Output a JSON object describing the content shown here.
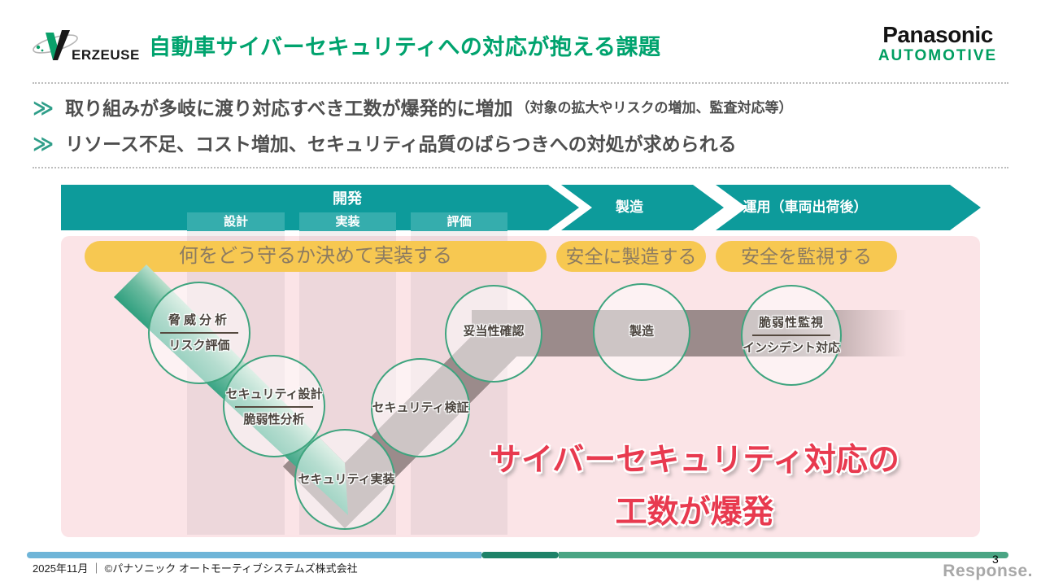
{
  "header": {
    "logo_text": "ERZEUSE",
    "title": "自動車サイバーセキュリティへの対応が抱える課題",
    "brand": {
      "name": "Panasonic",
      "division": "AUTOMOTIVE"
    }
  },
  "bullets": [
    {
      "marker": "≫",
      "text": "取り組みが多岐に渡り対応すべき工数が爆発的に増加",
      "note": "（対象の拡大やリスクの増加、監査対応等）"
    },
    {
      "marker": "≫",
      "text": "リソース不足、コスト増加、セキュリティ品質のばらつきへの対処が求められる",
      "note": ""
    }
  ],
  "process": {
    "phases": [
      {
        "label": "開発",
        "sub": [
          "設計",
          "実装",
          "評価"
        ]
      },
      {
        "label": "製造"
      },
      {
        "label": "運用（車両出荷後）"
      }
    ],
    "goals": [
      "何をどう守るか決めて実装する",
      "安全に製造する",
      "安全を監視する"
    ],
    "activities": [
      {
        "top": "脅威分析",
        "bottom": "リスク評価"
      },
      {
        "top": "セキュリティ設計",
        "bottom": "脆弱性分析"
      },
      {
        "single": "セキュリティ実装"
      },
      {
        "single": "セキュリティ検証"
      },
      {
        "single": "妥当性確認"
      },
      {
        "single": "製造"
      },
      {
        "top": "脆弱性監視",
        "bottom": "インシデント対応"
      }
    ],
    "highlight": {
      "line1": "サイバーセキュリティ対応の",
      "line2": "工数が爆発"
    }
  },
  "footer": {
    "left": "2025年11月 ｜ ©パナソニック オートモーティブシステムズ株式会社",
    "page": "3",
    "watermark": "Response."
  },
  "colors": {
    "title_green": "#00A36E",
    "brand_green": "#009E60",
    "arrow_teal": "#0D9B9B",
    "arrow_sub_teal": "#35ADAD",
    "panel_pink": "#FBE4E7",
    "goal_yellow": "#F7C851",
    "goal_text": "#8C7B61",
    "band_green": "#2E9F7E",
    "band_mauve": "#9B8B8B",
    "circle_border": "#3EA47E",
    "highlight_red": "#E83A4F",
    "footer_blue": "#6FB5D8",
    "footer_dark_green": "#1E8268",
    "footer_teal": "#4AA584"
  }
}
